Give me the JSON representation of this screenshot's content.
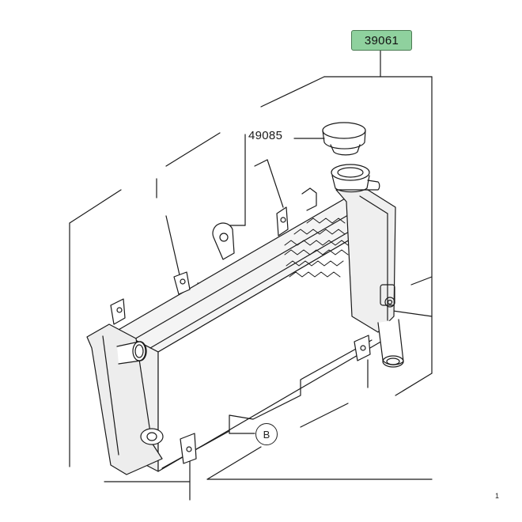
{
  "diagram": {
    "part_labels": {
      "radiator": "39061",
      "radiator_cap": "49085",
      "reference": "B"
    },
    "page_mark": "1",
    "colors": {
      "highlight_badge": "#8fd19e",
      "line": "#1a1a1a",
      "shading": "#ececec"
    }
  }
}
